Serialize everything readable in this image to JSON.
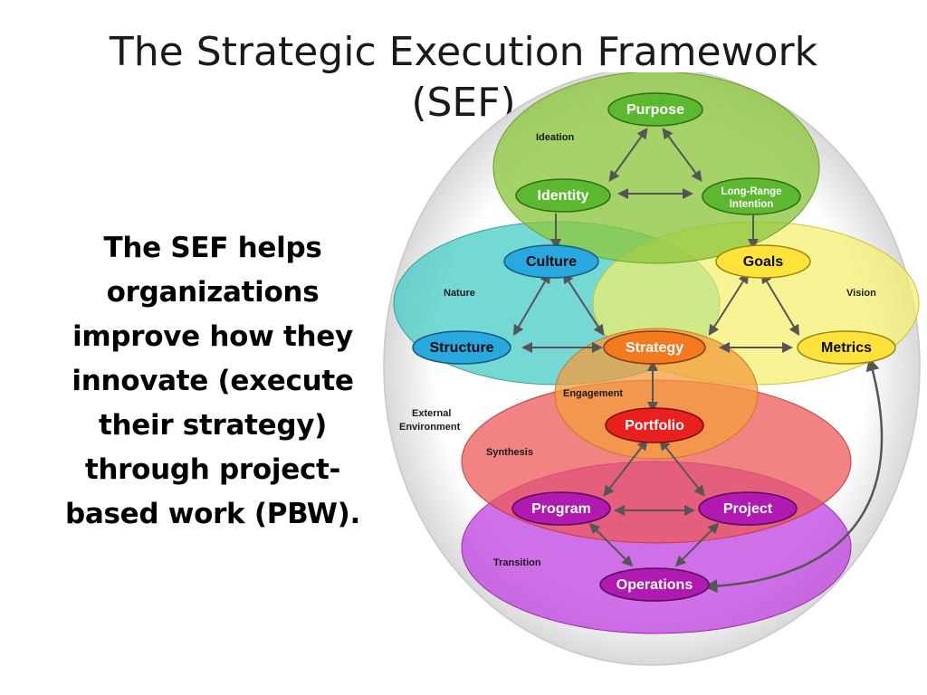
{
  "slide": {
    "title_line1": "The Strategic Execution Framework",
    "title_line2": "(SEF)",
    "body_lines": [
      "The SEF helps",
      "organizations",
      "improve how they",
      "innovate (execute",
      "their strategy)",
      "through project-",
      "based work (PBW)."
    ]
  },
  "diagram": {
    "regions": {
      "ideation": "Ideation",
      "nature": "Nature",
      "vision": "Vision",
      "engagement": "Engagement",
      "external_line1": "External",
      "external_line2": "Environment",
      "synthesis": "Synthesis",
      "transition": "Transition"
    },
    "nodes": {
      "purpose": "Purpose",
      "identity": "Identity",
      "long_range_line1": "Long-Range",
      "long_range_line2": "Intention",
      "culture": "Culture",
      "goals": "Goals",
      "structure": "Structure",
      "strategy": "Strategy",
      "metrics": "Metrics",
      "portfolio": "Portfolio",
      "program": "Program",
      "project": "Project",
      "operations": "Operations"
    },
    "colors": {
      "ideation": "#8dc63f",
      "nature": "#3cc7c2",
      "vision": "#f5f06a",
      "engagement": "#f39c3c",
      "synthesis": "#ec5a5a",
      "transition": "#c040e0",
      "node_green": "#5cb82e",
      "node_blue": "#29a8df",
      "node_yellow": "#ffe23a",
      "node_orange": "#f47a20",
      "node_red": "#e8201e",
      "node_purple": "#b01ab0"
    }
  }
}
